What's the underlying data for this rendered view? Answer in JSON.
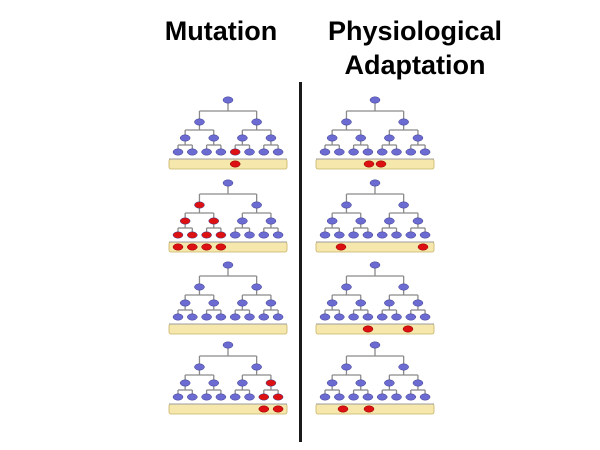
{
  "headings": {
    "left": "Mutation",
    "right": "Physiological Adaptation"
  },
  "colors": {
    "normal_cell": "#6b6bd1",
    "affected_cell": "#dd1111",
    "base": "#f6e8ad",
    "branch": "#8a8a8a",
    "divider": "#1a1a1a"
  },
  "columns": [
    {
      "name": "mutation",
      "panels": [
        {
          "red_bottom": [
            4
          ],
          "red_dish": [
            0
          ]
        },
        {
          "red_level1": [
            0
          ],
          "red_level2": [
            0,
            1
          ],
          "red_bottom": [
            0,
            1,
            2,
            3
          ],
          "red_dish": [
            0,
            1,
            2,
            3
          ]
        },
        {},
        {
          "red_level2": [
            3
          ],
          "red_bottom": [
            6,
            7
          ],
          "red_dish": [
            0,
            1
          ]
        }
      ]
    },
    {
      "name": "physiological-adaptation",
      "panels": [
        {
          "red_dish": [
            0,
            1
          ]
        },
        {
          "red_dish": [
            0,
            1
          ]
        },
        {
          "red_dish": [
            0,
            1
          ]
        },
        {
          "red_dish": [
            0,
            1
          ]
        }
      ]
    }
  ]
}
